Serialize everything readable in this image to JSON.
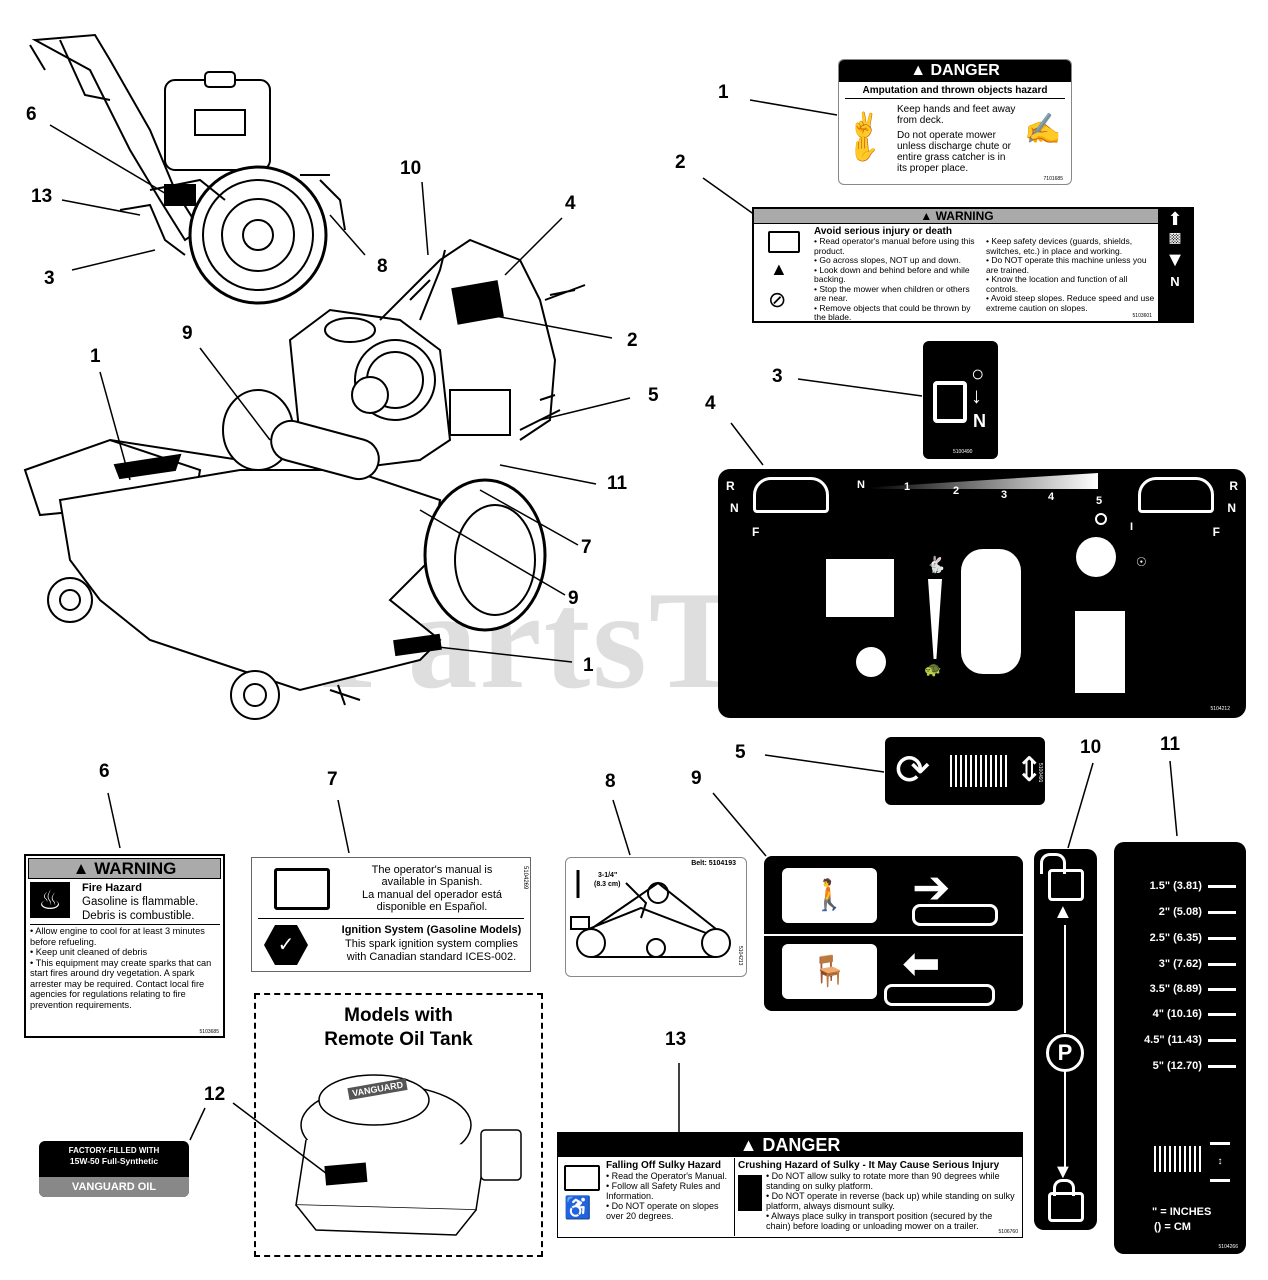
{
  "watermark": "PartsTree",
  "callouts": {
    "machine_top": [
      "6",
      "13",
      "3",
      "8",
      "10",
      "4",
      "2"
    ],
    "machine_main": [
      "1",
      "9",
      "5",
      "11",
      "7",
      "9",
      "1"
    ],
    "decal_numbers": [
      "1",
      "2",
      "3",
      "4",
      "5",
      "6",
      "7",
      "8",
      "9",
      "10",
      "11",
      "12",
      "13"
    ]
  },
  "decal1": {
    "header": "DANGER",
    "subtitle": "Amputation and thrown objects hazard",
    "bullet1": "Keep hands and feet away from deck.",
    "bullet2": "Do not operate mower unless discharge chute or entire grass catcher is in its proper place.",
    "part": "7101685"
  },
  "decal2": {
    "header": "WARNING",
    "title": "Avoid serious injury or death",
    "left_items": [
      "Read operator's manual before using this product.",
      "Go across slopes, NOT up and down.",
      "Look down and behind before and while backing.",
      "Stop the mower when children or others are near.",
      "Remove objects that could be thrown by the blade."
    ],
    "right_items": [
      "Keep safety devices (guards, shields, switches, etc.) in place and working.",
      "Do NOT operate this machine unless you are trained.",
      "Know the location and function of all controls.",
      "Avoid steep slopes. Reduce speed and use extreme caution on slopes."
    ],
    "letter": "N",
    "part": "5103601"
  },
  "decal3": {
    "letter": "N",
    "part": "5100490"
  },
  "decal4": {
    "letters_left": [
      "R",
      "N",
      "F"
    ],
    "letters_right": [
      "R",
      "N",
      "F"
    ],
    "speeds": [
      "N",
      "1",
      "2",
      "3",
      "4",
      "5"
    ],
    "i_mark": "I",
    "part": "5104212"
  },
  "decal5": {
    "part": "5100491"
  },
  "decal6": {
    "header": "WARNING",
    "title": "Fire Hazard",
    "lines": [
      "Gasoline is flammable.",
      "Debris is combustible."
    ],
    "bullets": [
      "Allow engine to cool for at least 3 minutes before refueling.",
      "Keep unit cleaned of debris",
      "This equipment may create sparks that can start fires around dry vegetation. A spark arrester may be required. Contact local fire agencies for regulations relating to fire prevention requirements."
    ],
    "part": "5103685"
  },
  "decal7": {
    "manual_en": "The operator's manual is available in Spanish.",
    "manual_es": "La manual del operador está disponible en Español.",
    "ignition_title": "Ignition System (Gasoline Models)",
    "ignition_text": "This spark ignition system complies with Canadian standard ICES-002.",
    "part": "5104269"
  },
  "decal8": {
    "belt": "Belt: 5104193",
    "dim": "3-1/4\"",
    "dim_cm": "(8.3 cm)",
    "part": "5104213"
  },
  "oil_tank": {
    "title_line1": "Models with",
    "title_line2": "Remote Oil Tank",
    "tank_brand": "VANGUARD"
  },
  "decal12": {
    "line1": "FACTORY-FILLED WITH",
    "line2": "15W-50 Full-Synthetic",
    "brand": "VANGUARD OIL"
  },
  "decal13": {
    "header": "DANGER",
    "left_title": "Falling Off Sulky Hazard",
    "left_items": [
      "Read the Operator's Manual.",
      "Follow all Safety Rules and Information.",
      "Do NOT operate on slopes over 20 degrees."
    ],
    "right_title": "Crushing Hazard of Sulky - It May Cause Serious Injury",
    "right_items": [
      "Do NOT allow sulky to rotate more than 90 degrees while standing on sulky platform.",
      "Do NOT operate in reverse (back up) while standing on sulky platform, always dismount sulky.",
      "Always place sulky in transport position (secured by the chain) before loading or unloading mower on a trailer."
    ],
    "part": "5106760"
  },
  "decal11": {
    "heights": [
      "1.5\" (3.81)",
      "2\" (5.08)",
      "2.5\" (6.35)",
      "3\" (7.62)",
      "3.5\" (8.89)",
      "4\" (10.16)",
      "4.5\" (11.43)",
      "5\" (12.70)"
    ],
    "legend1": "\" = INCHES",
    "legend2": "() = CM",
    "part": "5104266"
  }
}
